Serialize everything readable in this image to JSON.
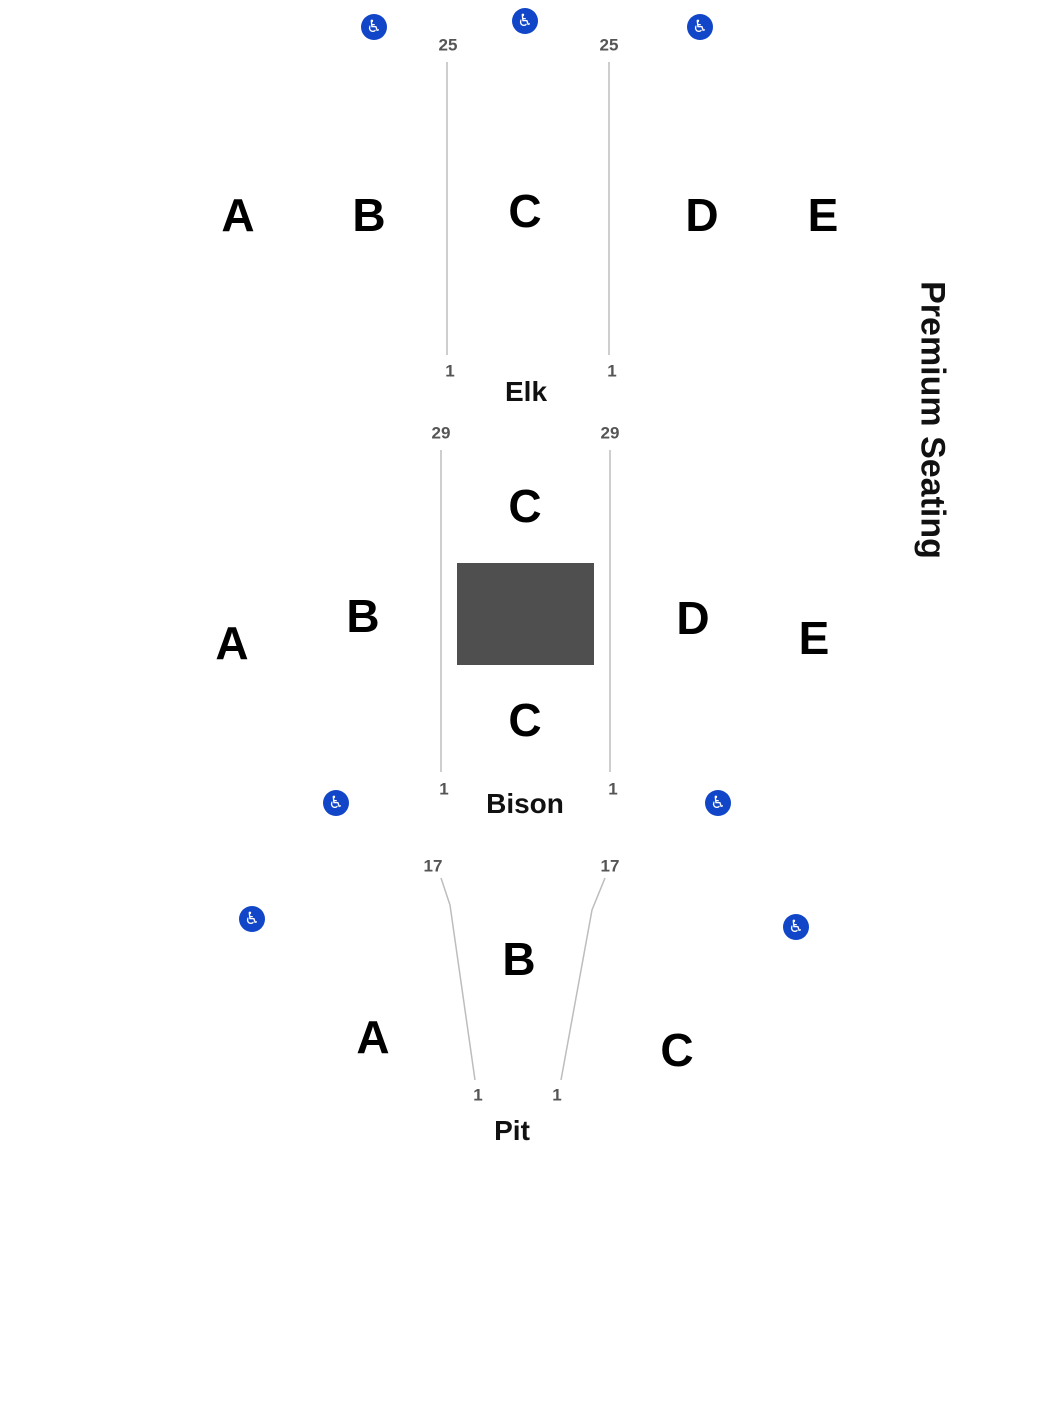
{
  "premium_label": "Premium Seating",
  "accessible_icon": "wheelchair-icon",
  "colors": {
    "accessible": "#1246c8",
    "stage": "#4f4f4f",
    "aisle_line": "#bdbdbd"
  },
  "levels": {
    "elk": {
      "label": "Elk",
      "sections": [
        "A",
        "B",
        "C",
        "D",
        "E"
      ],
      "aisles": [
        {
          "row_top": "25",
          "row_bottom": "1"
        },
        {
          "row_top": "25",
          "row_bottom": "1"
        }
      ]
    },
    "bison": {
      "label": "Bison",
      "sections": [
        "A",
        "B",
        "C",
        "C",
        "D",
        "E"
      ],
      "aisles": [
        {
          "row_top": "29",
          "row_bottom": "1"
        },
        {
          "row_top": "29",
          "row_bottom": "1"
        }
      ]
    },
    "pit": {
      "label": "Pit",
      "sections": [
        "A",
        "B",
        "C"
      ],
      "aisles": [
        {
          "row_top": "17",
          "row_bottom": "1"
        },
        {
          "row_top": "17",
          "row_bottom": "1"
        }
      ]
    }
  }
}
